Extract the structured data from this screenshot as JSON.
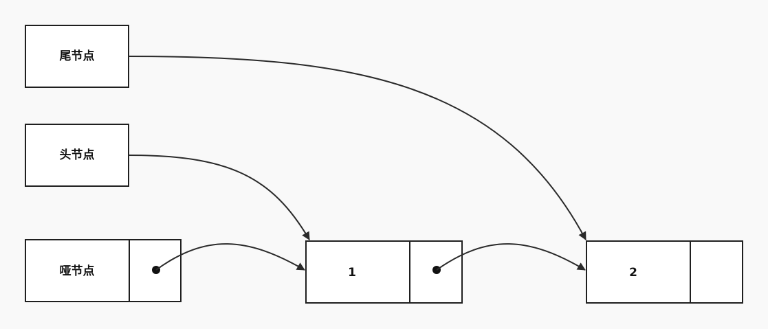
{
  "diagram": {
    "tail_node_label": "尾节点",
    "head_node_label": "头节点",
    "dummy_node_label": "哑节点",
    "node1_value": "1",
    "node2_value": "2"
  }
}
